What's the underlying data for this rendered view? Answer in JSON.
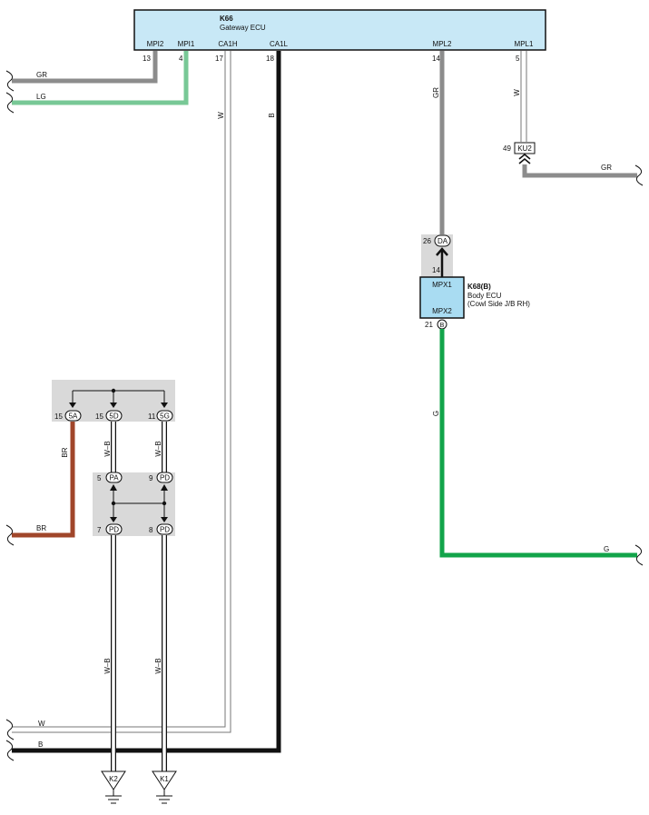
{
  "colors": {
    "gateway_box": "#c8e8f6",
    "body_box": "#a9dcf2",
    "gray_zone": "#d9d9d9",
    "wire_gr": "#8c8c8c",
    "wire_lg": "#78c896",
    "wire_w": "#ffffff",
    "wire_b": "#111111",
    "wire_br": "#a0462a",
    "wire_g": "#12a44a"
  },
  "gateway": {
    "id": "K66",
    "name": "Gateway ECU"
  },
  "gateway_pins": [
    {
      "label": "MPI2",
      "num": "13"
    },
    {
      "label": "MPI1",
      "num": "4"
    },
    {
      "label": "CA1H",
      "num": "17"
    },
    {
      "label": "CA1L",
      "num": "18"
    },
    {
      "label": "MPL2",
      "num": "14"
    },
    {
      "label": "MPL1",
      "num": "5"
    }
  ],
  "body_ecu": {
    "id": "K68(B)",
    "name": "Body ECU",
    "location": "(Cowl Side J/B RH)",
    "pin_top": "MPX1",
    "pin_bottom": "MPX2",
    "num_top": "14",
    "num_bottom": "21",
    "conn_bottom": "B"
  },
  "connectors": {
    "da": {
      "num": "26",
      "label": "DA"
    },
    "ku2": {
      "num": "49",
      "label": "KU2"
    },
    "c5a": {
      "num": "15",
      "label": "5A"
    },
    "c5d": {
      "num": "15",
      "label": "5D"
    },
    "c5g": {
      "num": "11",
      "label": "5G"
    },
    "pa": {
      "num": "5",
      "label": "PA"
    },
    "pd9": {
      "num": "9",
      "label": "PD"
    },
    "pd7": {
      "num": "7",
      "label": "PD"
    },
    "pd8": {
      "num": "8",
      "label": "PD"
    }
  },
  "wire_labels": {
    "gr_left": "GR",
    "lg_left": "LG",
    "w_ca1h": "W",
    "b_ca1l": "B",
    "gr_mpl2": "GR",
    "w_mpl1": "W",
    "gr_ku2": "GR",
    "g_mpx2": "G",
    "g_right": "G",
    "br_vert": "BR",
    "br_left": "BR",
    "wb_5d": "W–B",
    "wb_5g": "W–B",
    "wb_k2": "W–B",
    "wb_k1": "W–B",
    "w_bottom": "W",
    "b_bottom": "B"
  },
  "grounds": [
    {
      "label": "K2"
    },
    {
      "label": "K1"
    }
  ]
}
